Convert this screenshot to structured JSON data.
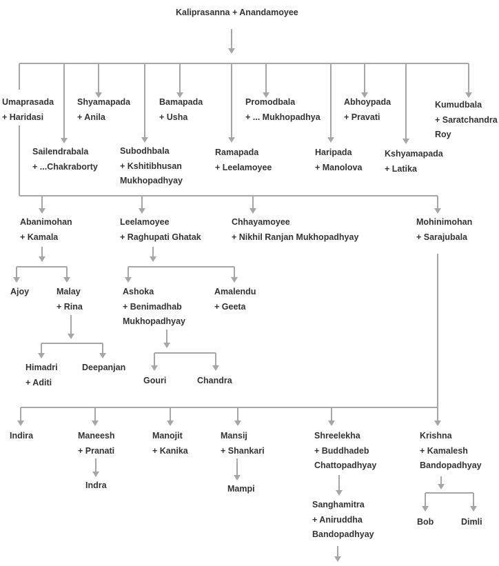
{
  "colors": {
    "line": "#a6a6a6",
    "text": "#333333",
    "background": "#ffffff"
  },
  "nodes": {
    "root": [
      "Kaliprasanna +  Anandamoyee"
    ],
    "umaprasada": [
      "Umaprasada",
      "+ Haridasi"
    ],
    "sailendrabala": [
      "Sailendrabala",
      "+ ...Chakraborty"
    ],
    "shyamapada": [
      "Shyamapada",
      "+ Anila"
    ],
    "subodhbala": [
      "Subodhbala",
      "+ Kshitibhusan",
      "Mukhopadhyay"
    ],
    "bamapada": [
      "Bamapada",
      "+ Usha"
    ],
    "ramapada": [
      "Ramapada",
      "+ Leelamoyee"
    ],
    "promodbala": [
      "Promodbala",
      "+ ... Mukhopadhya"
    ],
    "haripada": [
      "Haripada",
      "+ Manolova"
    ],
    "abhoypada": [
      "Abhoypada",
      "+ Pravati"
    ],
    "kshyamapada": [
      "Kshyamapada",
      "+ Latika"
    ],
    "kumudbala": [
      "Kumudbala",
      "+ Saratchandra",
      "Roy"
    ],
    "abanimohan": [
      "Abanimohan",
      "+ Kamala"
    ],
    "leelamoyee": [
      "Leelamoyee",
      "+ Raghupati Ghatak"
    ],
    "chhayamoyee": [
      "Chhayamoyee",
      "+ Nikhil Ranjan Mukhopadhyay"
    ],
    "mohinimohan": [
      "Mohinimohan",
      "+ Sarajubala"
    ],
    "ajoy": [
      "Ajoy"
    ],
    "malay": [
      "Malay",
      "+ Rina"
    ],
    "himadri": [
      "Himadri",
      "+ Aditi"
    ],
    "deepanjan": [
      "Deepanjan"
    ],
    "ashoka": [
      "Ashoka",
      "+ Benimadhab",
      "Mukhopadhyay"
    ],
    "amalendu": [
      "Amalendu",
      "+ Geeta"
    ],
    "gouri": [
      "Gouri"
    ],
    "chandra": [
      "Chandra"
    ],
    "indira": [
      "Indira"
    ],
    "maneesh": [
      "Maneesh",
      "+ Pranati"
    ],
    "indra": [
      "Indra"
    ],
    "manojit": [
      "Manojit",
      "+ Kanika"
    ],
    "mansij": [
      "Mansij",
      "+ Shankari"
    ],
    "mampi": [
      "Mampi"
    ],
    "shreelekha": [
      "Shreelekha",
      "+ Buddhadeb",
      "Chattopadhyay"
    ],
    "sanghamitra": [
      "Sanghamitra",
      "+ Aniruddha",
      "Bandopadhyay"
    ],
    "krishna": [
      "Krishna",
      "+ Kamalesh",
      "Bandopadhyay"
    ],
    "bob": [
      "Bob"
    ],
    "dimli": [
      "Dimli"
    ]
  }
}
